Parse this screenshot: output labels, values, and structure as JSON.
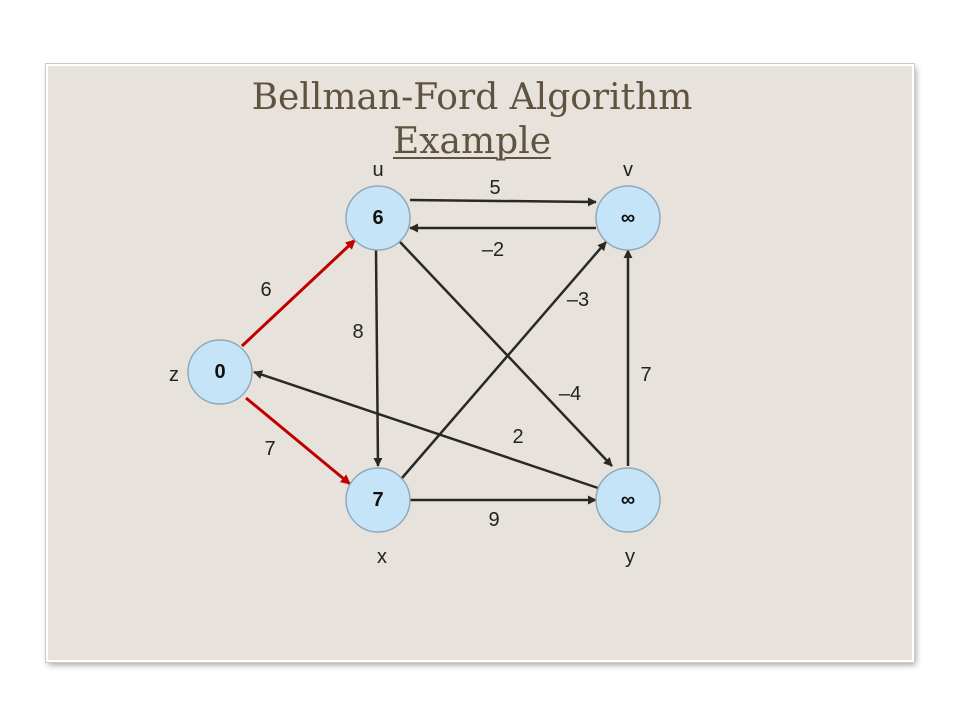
{
  "title": {
    "line1": "Bellman-Ford Algorithm",
    "line2": "Example"
  },
  "nodes": [
    {
      "id": "u",
      "label": "u",
      "value": "6"
    },
    {
      "id": "v",
      "label": "v",
      "value": "∞"
    },
    {
      "id": "z",
      "label": "z",
      "value": "0"
    },
    {
      "id": "x",
      "label": "x",
      "value": "7"
    },
    {
      "id": "y",
      "label": "y",
      "value": "∞"
    }
  ],
  "edges": [
    {
      "from": "u",
      "to": "v",
      "weight": "5",
      "highlight": false
    },
    {
      "from": "v",
      "to": "u",
      "weight": "–2",
      "highlight": false
    },
    {
      "from": "z",
      "to": "u",
      "weight": "6",
      "highlight": true
    },
    {
      "from": "u",
      "to": "x",
      "weight": "8",
      "highlight": false
    },
    {
      "from": "x",
      "to": "v",
      "weight": "–3",
      "highlight": false
    },
    {
      "from": "u",
      "to": "y",
      "weight": "–4",
      "highlight": false
    },
    {
      "from": "y",
      "to": "v",
      "weight": "7",
      "highlight": false
    },
    {
      "from": "y",
      "to": "z",
      "weight": "2",
      "highlight": false
    },
    {
      "from": "z",
      "to": "x",
      "weight": "7",
      "highlight": true
    },
    {
      "from": "x",
      "to": "y",
      "weight": "9",
      "highlight": false
    }
  ],
  "colors": {
    "highlight_edge": "#c00000",
    "edge": "#2b2722",
    "node_fill": "#c6e4f7",
    "node_stroke": "#8fa9bb"
  }
}
